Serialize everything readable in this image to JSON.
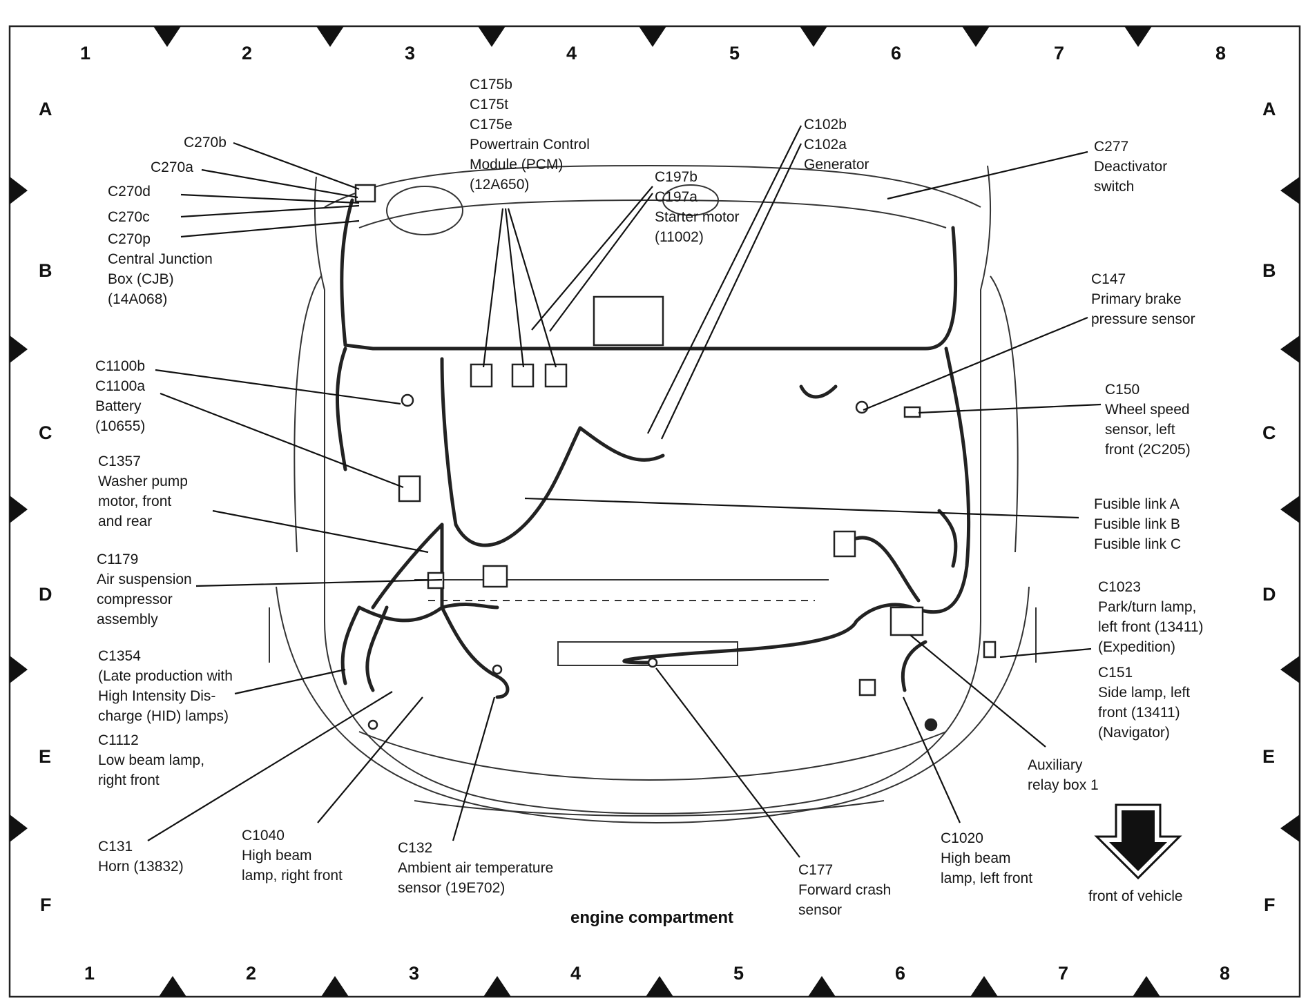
{
  "grid": {
    "columns": [
      "1",
      "2",
      "3",
      "4",
      "5",
      "6",
      "7",
      "8"
    ],
    "rows": [
      "A",
      "B",
      "C",
      "D",
      "E",
      "F"
    ]
  },
  "caption": "engine compartment",
  "front_label": "front of vehicle",
  "labels": {
    "pcm": [
      "C175b",
      "C175t",
      "C175e",
      "Powertrain Control",
      "Module (PCM)",
      "(12A650)"
    ],
    "cjb": [
      "C270b",
      "C270a",
      "C270d",
      "C270c",
      "C270p",
      "Central Junction",
      "Box (CJB)",
      "(14A068)"
    ],
    "starter": [
      "C197b",
      "C197a",
      "Starter motor",
      "(11002)"
    ],
    "generator": [
      "C102b",
      "C102a",
      "Generator"
    ],
    "deactivator": [
      "C277",
      "Deactivator",
      "switch"
    ],
    "brake": [
      "C147",
      "Primary brake",
      "pressure sensor"
    ],
    "wheel_speed": [
      "C150",
      "Wheel speed",
      "sensor, left",
      "front (2C205)"
    ],
    "fusible": [
      "Fusible link A",
      "Fusible link B",
      "Fusible link C"
    ],
    "battery": [
      "C1100b",
      "C1100a",
      "Battery",
      "(10655)"
    ],
    "washer": [
      "C1357",
      "Washer pump",
      "motor, front",
      "and rear"
    ],
    "air_susp": [
      "C1179",
      "Air suspension",
      "compressor",
      "assembly"
    ],
    "hid": [
      "C1354",
      "(Late production with",
      "High Intensity Dis-",
      "charge (HID) lamps)"
    ],
    "low_beam": [
      "C1112",
      "Low beam lamp,",
      "right front"
    ],
    "park_turn": [
      "C1023",
      "Park/turn lamp,",
      "left front (13411)",
      "(Expedition)"
    ],
    "side_lamp": [
      "C151",
      "Side lamp, left",
      "front (13411)",
      "(Navigator)"
    ],
    "aux_relay": [
      "Auxiliary",
      "relay box 1"
    ],
    "horn": [
      "C131",
      "Horn (13832)"
    ],
    "hb_right": [
      "C1040",
      "High beam",
      "lamp, right front"
    ],
    "ambient": [
      "C132",
      "Ambient air temperature",
      "sensor (19E702)"
    ],
    "crash": [
      "C177",
      "Forward crash",
      "sensor"
    ],
    "hb_left": [
      "C1020",
      "High beam",
      "lamp, left front"
    ]
  }
}
